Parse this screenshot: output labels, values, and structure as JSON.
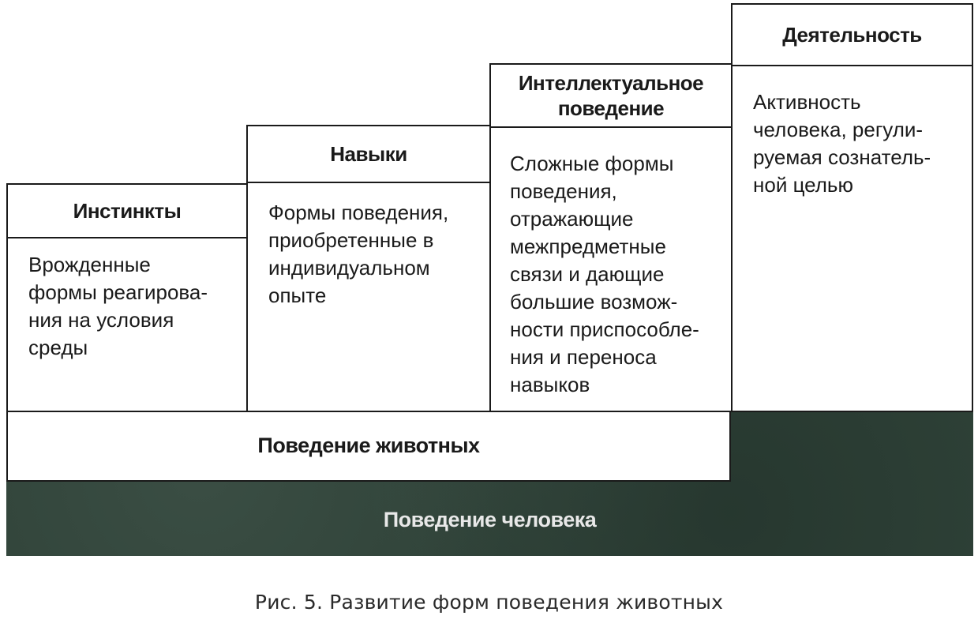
{
  "diagram": {
    "columns": [
      {
        "title": "Инстинкты",
        "body": "Врожденные\nформы реагирова-\nния на условия\nсреды"
      },
      {
        "title": "Навыки",
        "body": "Формы поведения,\nприобретенные в\nиндивидуальном\nопыте"
      },
      {
        "title": "Интеллектуальное\nповедение",
        "body": "Сложные формы\nповедения,\nотражающие\nмежпредметные\nсвязи и дающие\nбольшие возмож-\nности приспособле-\nния и переноса\nнавыков"
      },
      {
        "title": "Деятельность",
        "body": "Активность\nчеловека, регули-\nруемая сознатель-\nной целью"
      }
    ],
    "animal_band": "Поведение животных",
    "human_band": "Поведение человека",
    "human_band_color": "#2f4238"
  },
  "caption": "Рис. 5. Развитие форм поведения животных"
}
